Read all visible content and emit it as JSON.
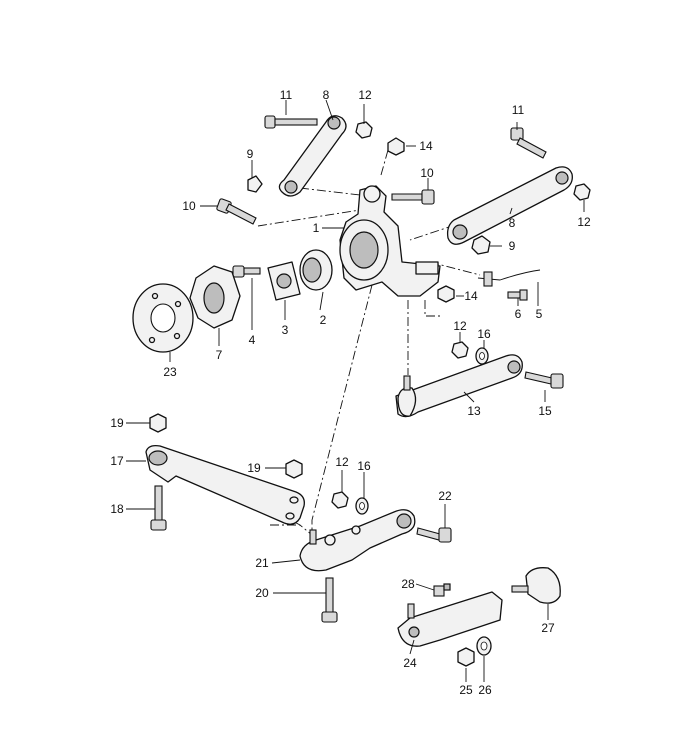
{
  "callouts": {
    "c1": "1",
    "c2": "2",
    "c3": "3",
    "c4": "4",
    "c5": "5",
    "c6": "6",
    "c7": "7",
    "c8a": "8",
    "c8b": "8",
    "c9a": "9",
    "c9b": "9",
    "c10a": "10",
    "c10b": "10",
    "c11a": "11",
    "c11b": "11",
    "c12a": "12",
    "c12b": "12",
    "c12c": "12",
    "c12d": "12",
    "c13": "13",
    "c14a": "14",
    "c14b": "14",
    "c15": "15",
    "c16a": "16",
    "c16b": "16",
    "c17": "17",
    "c18": "18",
    "c19a": "19",
    "c19b": "19",
    "c20": "20",
    "c21": "21",
    "c22": "22",
    "c23": "23",
    "c24": "24",
    "c25": "25",
    "c26": "26",
    "c27": "27",
    "c28": "28"
  }
}
